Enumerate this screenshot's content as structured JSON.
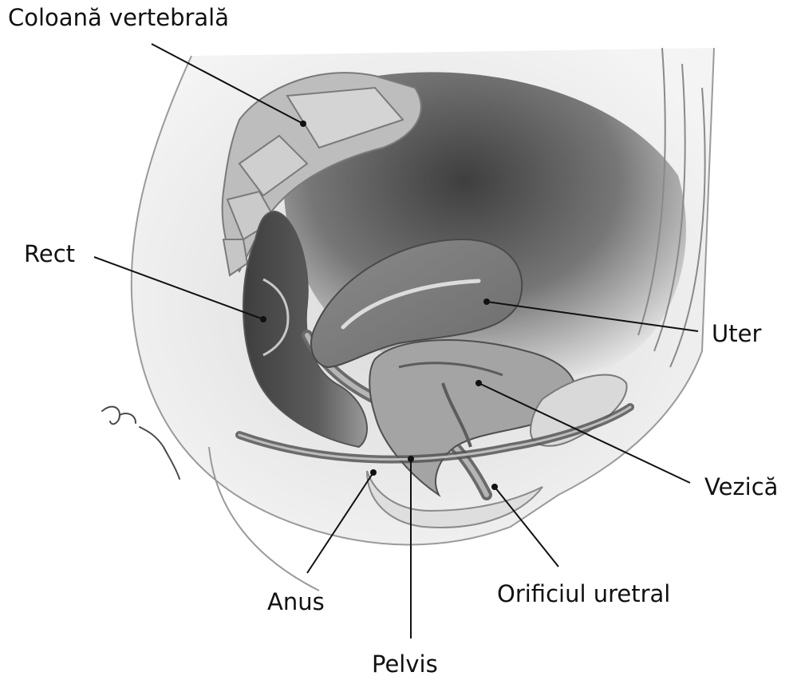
{
  "labels": {
    "spine": "Coloană vertebrală",
    "rectum": "Rect",
    "uterus": "Uter",
    "bladder": "Vezică",
    "urethral_opening": "Orificiul uretral",
    "anus": "Anus",
    "pelvis": "Pelvis"
  },
  "colors": {
    "background": "#ffffff",
    "leader_line": "#111111",
    "label_text": "#111111"
  }
}
